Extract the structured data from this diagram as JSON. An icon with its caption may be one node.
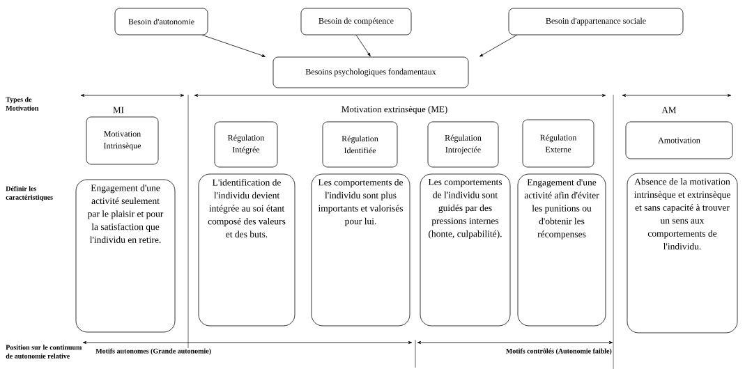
{
  "diagram": {
    "nodes": [
      {
        "text": [
          "Besoin d'autonomie"
        ]
      },
      {
        "text": [
          "Besoin de compétence"
        ]
      },
      {
        "text": [
          "Besoin d'appartenance sociale"
        ]
      },
      {
        "text": [
          "Besoins psychologiques fondamentaux"
        ]
      },
      {
        "text": [
          "Motivation Intrinsèque"
        ]
      },
      {
        "text": [
          "Régulation Intégrée"
        ]
      },
      {
        "text": [
          "Régulation Identifiée"
        ]
      },
      {
        "text": [
          "Régulation Introjectée"
        ]
      },
      {
        "text": [
          "Régulation Externe"
        ]
      },
      {
        "text": [
          "Amotivation"
        ]
      },
      {
        "text": [
          "Engagement d'une activité seulement par le plaisir et pour la satisfaction que l'individu en retire."
        ]
      },
      {
        "text": [
          "L'identification de l'individu devient intégrée au soi étant composé des valeurs et des buts."
        ]
      },
      {
        "text": [
          "Les comportements de l'individu sont plus importants et valorisés pour lui."
        ]
      },
      {
        "text": [
          "Les comportements de l'individu sont guidés par des pressions internes (honte, culpabilité)."
        ]
      },
      {
        "text": [
          "Engagement d'une activité afin d'éviter les punitions ou d'obtenir les récompenses"
        ]
      },
      {
        "text": [
          "Absence de la motivation intrinsèque et extrinsèque et sans capacité à trouver un sens aux comportements de l'individu."
        ]
      }
    ],
    "edges": [
      {
        "from": 0,
        "to": 3,
        "arrow": "to"
      },
      {
        "from": 1,
        "to": 3,
        "arrow": "to"
      },
      {
        "from": 2,
        "to": 3,
        "arrow": "to"
      }
    ],
    "labels": [
      "Types de Motivation",
      "MI",
      "Motivation extrinsèque (ME)",
      "AM",
      "Définir les caractéristiques",
      "Position sur le continuum de autonomie relative",
      "Motifs autonomes (Grande autonomie)",
      "Motifs contrôlés (Autonomie faible)"
    ]
  }
}
